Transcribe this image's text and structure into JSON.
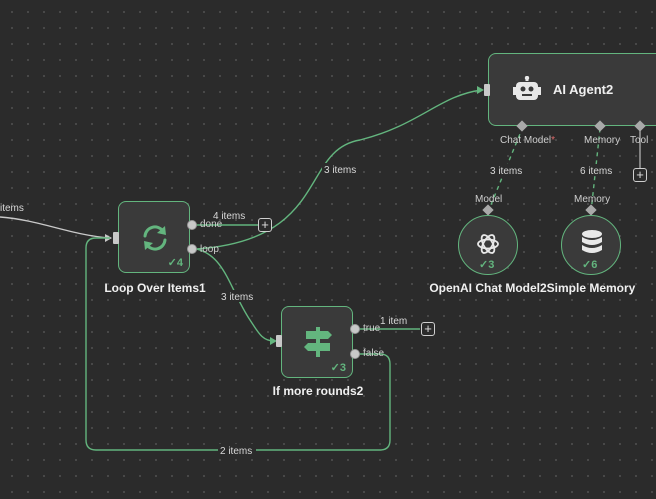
{
  "nodes": {
    "loop": {
      "title": "Loop Over Items1",
      "run_count": "4",
      "port_done": "done",
      "port_loop": "loop"
    },
    "if": {
      "title": "If more rounds2",
      "run_count": "3",
      "port_true": "true",
      "port_false": "false"
    },
    "agent": {
      "title": "AI Agent2",
      "port_chat_model": "Chat Model",
      "required_mark": "*",
      "port_memory": "Memory",
      "port_tool": "Tool"
    },
    "openai": {
      "title": "OpenAI Chat Model2",
      "run_count": "3",
      "port_label": "Model"
    },
    "memory": {
      "title": "Simple Memory",
      "run_count": "6",
      "port_label": "Memory"
    }
  },
  "edges": {
    "incoming": "items",
    "done_to_plus": "4 items",
    "loop_to_agent": "3 items",
    "loop_to_if": "3 items",
    "if_true": "1 item",
    "if_false_back": "2 items",
    "openai_to_agent": "3 items",
    "memory_to_agent": "6 items"
  },
  "colors": {
    "accent": "#63b57e",
    "canvas": "#2b2b2b",
    "node_bg": "#3a3a3a"
  },
  "icons": {
    "loop": "refresh-icon",
    "if": "signpost-icon",
    "agent": "robot-icon",
    "openai": "openai-icon",
    "memory": "database-icon"
  }
}
